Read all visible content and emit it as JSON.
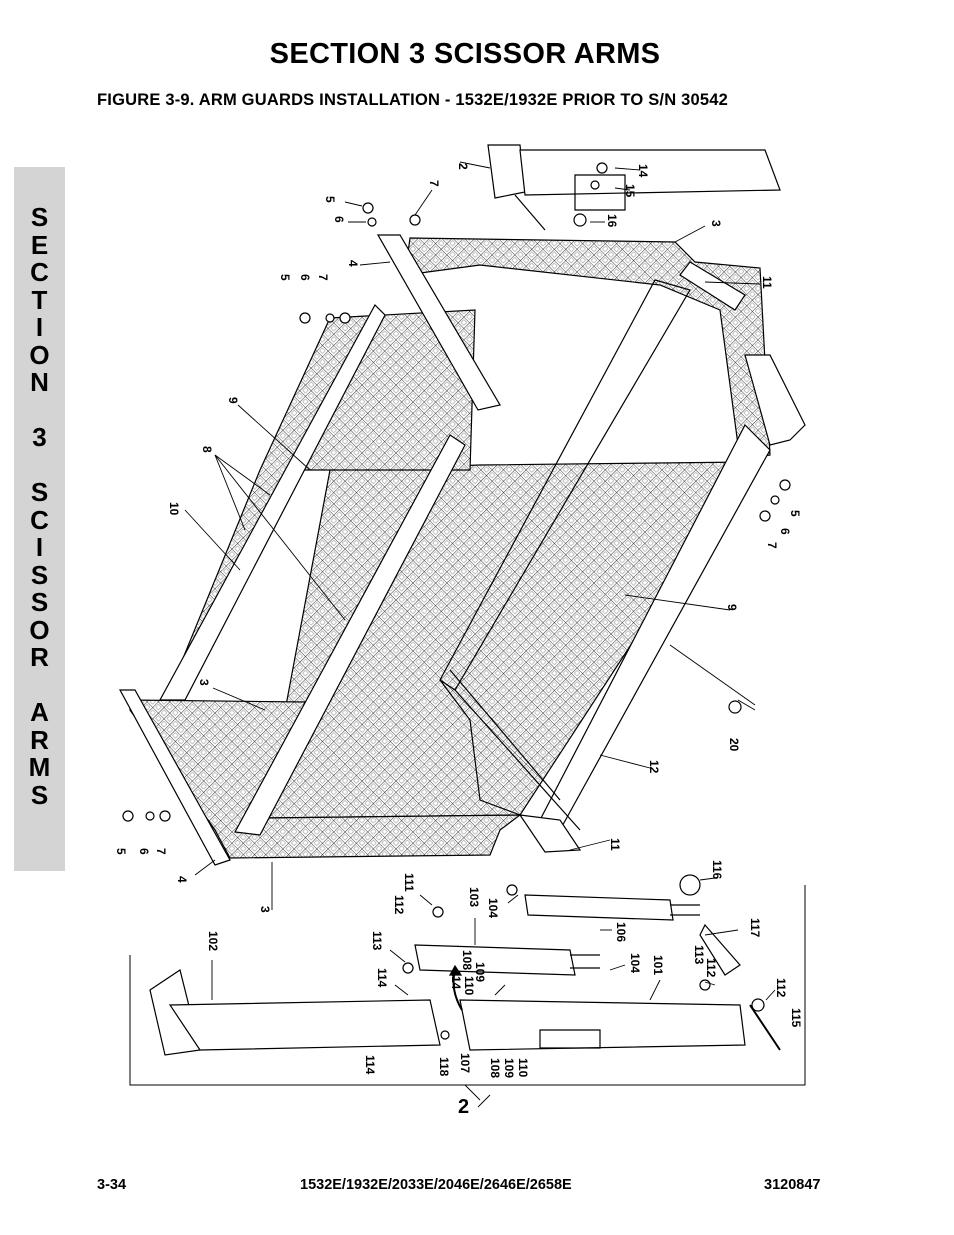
{
  "header": {
    "section_title": "SECTION 3   SCISSOR ARMS",
    "figure_title": "FIGURE 3-9.    ARM GUARDS INSTALLATION - 1532E/1932E PRIOR TO S/N 30542"
  },
  "side_tab": {
    "letters": [
      "S",
      "E",
      "C",
      "T",
      "I",
      "O",
      "N",
      "",
      "3",
      "",
      "S",
      "C",
      "I",
      "S",
      "S",
      "O",
      "R",
      "",
      "A",
      "R",
      "M",
      "S"
    ]
  },
  "callouts": {
    "c2_top": "2",
    "c14": "14",
    "c15": "15",
    "c16": "16",
    "c7a": "7",
    "c5a": "5",
    "c6a": "6",
    "c3a": "3",
    "c4a": "4",
    "c5b": "5",
    "c6b": "6",
    "c7b": "7",
    "c11a": "11",
    "c9a": "9",
    "c8": "8",
    "c10": "10",
    "c5c": "5",
    "c6c": "6",
    "c7c": "7",
    "c9b": "9",
    "c3b": "3",
    "c20": "20",
    "c12": "12",
    "c11b": "11",
    "c5d": "5",
    "c6d": "6",
    "c7d": "7",
    "c4b": "4",
    "c3c": "3",
    "c116": "116",
    "c111": "111",
    "c112a": "112",
    "c103": "103",
    "c104a": "104",
    "c106": "106",
    "c117": "117",
    "c102": "102",
    "c113a": "113",
    "c104b": "104",
    "c101": "101",
    "c113b": "113",
    "c112b": "112",
    "c114a": "114",
    "c108a": "108",
    "c109a": "109",
    "c110a": "110",
    "c114b": "114",
    "c112c": "112",
    "c115": "115",
    "c114c": "114",
    "c118": "118",
    "c107": "107",
    "c108b": "108",
    "c109b": "109",
    "c110b": "110",
    "c2_bottom": "2"
  },
  "footer": {
    "page_number": "3-34",
    "models": "1532E/1932E/2033E/2046E/2646E/2658E",
    "doc_number": "3120847"
  }
}
